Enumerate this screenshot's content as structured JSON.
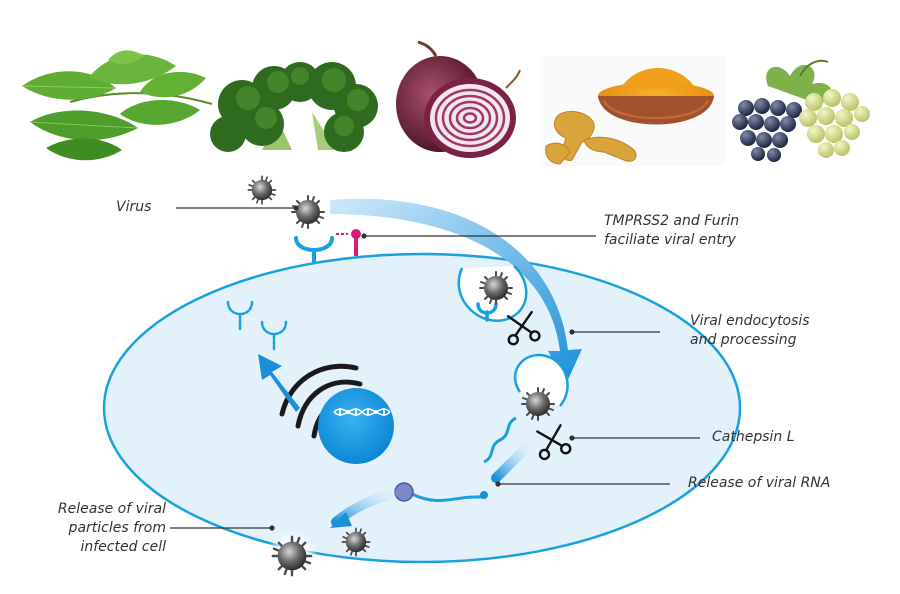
{
  "foods": [
    {
      "name": "green-tea-leaves-image"
    },
    {
      "name": "broccoli-image"
    },
    {
      "name": "red-onion-image"
    },
    {
      "name": "turmeric-image"
    },
    {
      "name": "grapes-image"
    }
  ],
  "labels": {
    "virus": "Virus",
    "tmprss2_line1": "TMPRSS2 and Furin",
    "tmprss2_line2": "faciliate viral entry",
    "endocytosis_line1": "Viral endocytosis",
    "endocytosis_line2": "and processing",
    "cathepsin": "Cathepsin L",
    "release_rna": "Release of viral RNA",
    "release_particles_line1": "Release of viral",
    "release_particles_line2": "particles from",
    "release_particles_line3": "infected cell"
  },
  "colors": {
    "cell_fill": "#e3f1fb",
    "cell_stroke": "#1aa0de",
    "accent_blue": "#1a8fd8",
    "virus_gray": "#5d5d5d",
    "receptor_magenta": "#d81b7a",
    "label_text": "#333333"
  }
}
